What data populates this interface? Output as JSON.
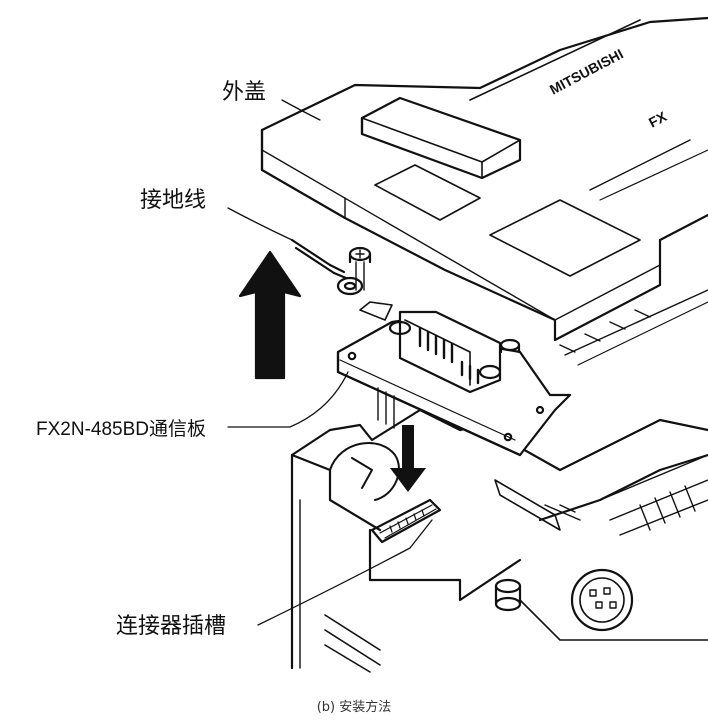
{
  "labels": {
    "cover": "外盖",
    "ground_wire": "接地线",
    "board": "FX2N-485BD通信板",
    "slot": "连接器插槽"
  },
  "brand": {
    "logo": "MITSUBISHI",
    "series": "FX"
  },
  "caption": "(b) 安装方法"
}
